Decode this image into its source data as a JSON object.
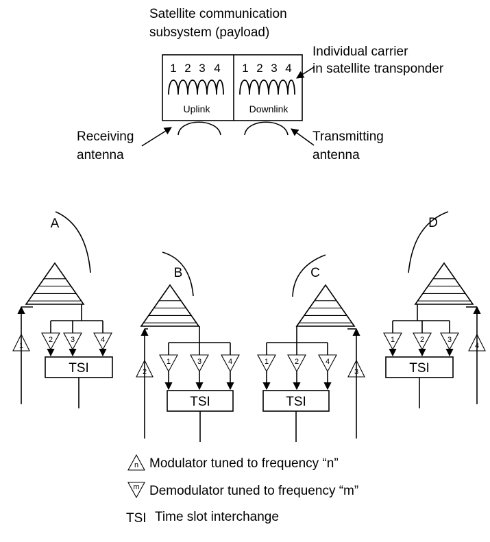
{
  "payload": {
    "title_line1": "Satellite communication",
    "title_line2": "subsystem (payload)",
    "uplink_label": "Uplink",
    "downlink_label": "Downlink",
    "uplink_channels": [
      "1",
      "2",
      "3",
      "4"
    ],
    "downlink_channels": [
      "1",
      "2",
      "3",
      "4"
    ],
    "carrier_label_line1": "Individual carrier",
    "carrier_label_line2": "in satellite transponder",
    "rx_antenna_line1": "Receiving",
    "rx_antenna_line2": "antenna",
    "tx_antenna_line1": "Transmitting",
    "tx_antenna_line2": "antenna"
  },
  "stations": [
    {
      "label": "A",
      "modulator": "1",
      "demodulators": [
        "2",
        "3",
        "4"
      ],
      "tsi": "TSI"
    },
    {
      "label": "B",
      "modulator": "2",
      "demodulators": [
        "1",
        "3",
        "4"
      ],
      "tsi": "TSI"
    },
    {
      "label": "C",
      "modulator": "3",
      "demodulators": [
        "1",
        "2",
        "4"
      ],
      "tsi": "TSI"
    },
    {
      "label": "D",
      "modulator": "4",
      "demodulators": [
        "1",
        "2",
        "3"
      ],
      "tsi": "TSI"
    }
  ],
  "legend": {
    "modulator_symbol": "n",
    "modulator_text": "Modulator tuned to frequency “n”",
    "demodulator_symbol": "m",
    "demodulator_text": "Demodulator tuned to frequency “m”",
    "tsi_symbol": "TSI",
    "tsi_text": "Time slot interchange"
  }
}
